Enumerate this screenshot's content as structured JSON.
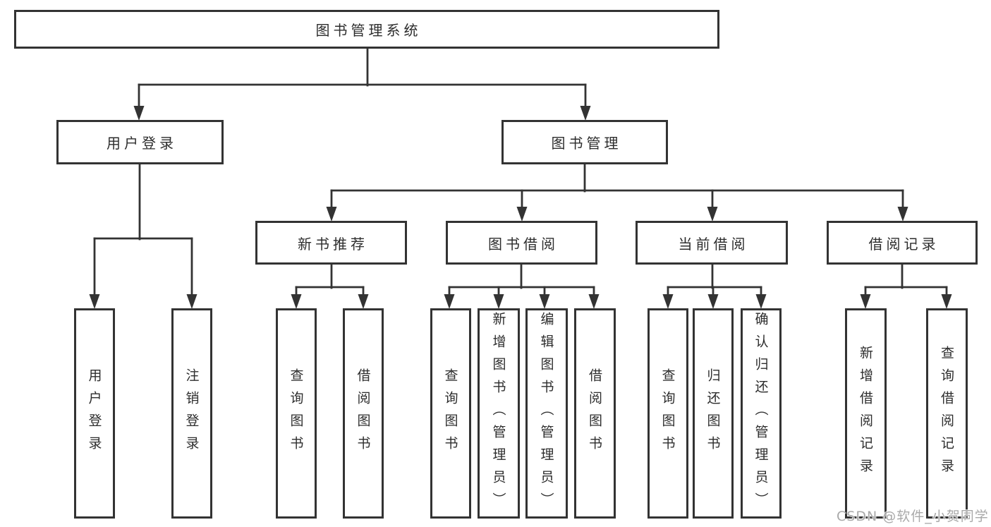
{
  "colors": {
    "line": "#333333",
    "text": "#2d2d2d",
    "canvas": "#ffffff",
    "watermark": "#a9a9a9"
  },
  "watermark": {
    "text": "CSDN @软件_小贺同学"
  },
  "tree": {
    "root": {
      "label": "图书管理系统"
    },
    "user_login": {
      "label": "用户登录",
      "children": [
        {
          "label": "用户登录"
        },
        {
          "label": "注销登录"
        }
      ]
    },
    "book_management": {
      "label": "图书管理",
      "sections": [
        {
          "label": "新书推荐",
          "children": [
            {
              "label": "查询图书"
            },
            {
              "label": "借阅图书"
            }
          ]
        },
        {
          "label": "图书借阅",
          "children": [
            {
              "label": "查询图书"
            },
            {
              "label": "新增图书（管理员）"
            },
            {
              "label": "编辑图书（管理员）"
            },
            {
              "label": "借阅图书"
            }
          ]
        },
        {
          "label": "当前借阅",
          "children": [
            {
              "label": "查询图书"
            },
            {
              "label": "归还图书"
            },
            {
              "label": "确认归还（管理员）"
            }
          ]
        },
        {
          "label": "借阅记录",
          "children": [
            {
              "label": "新增借阅记录"
            },
            {
              "label": "查询借阅记录"
            }
          ]
        }
      ]
    }
  }
}
